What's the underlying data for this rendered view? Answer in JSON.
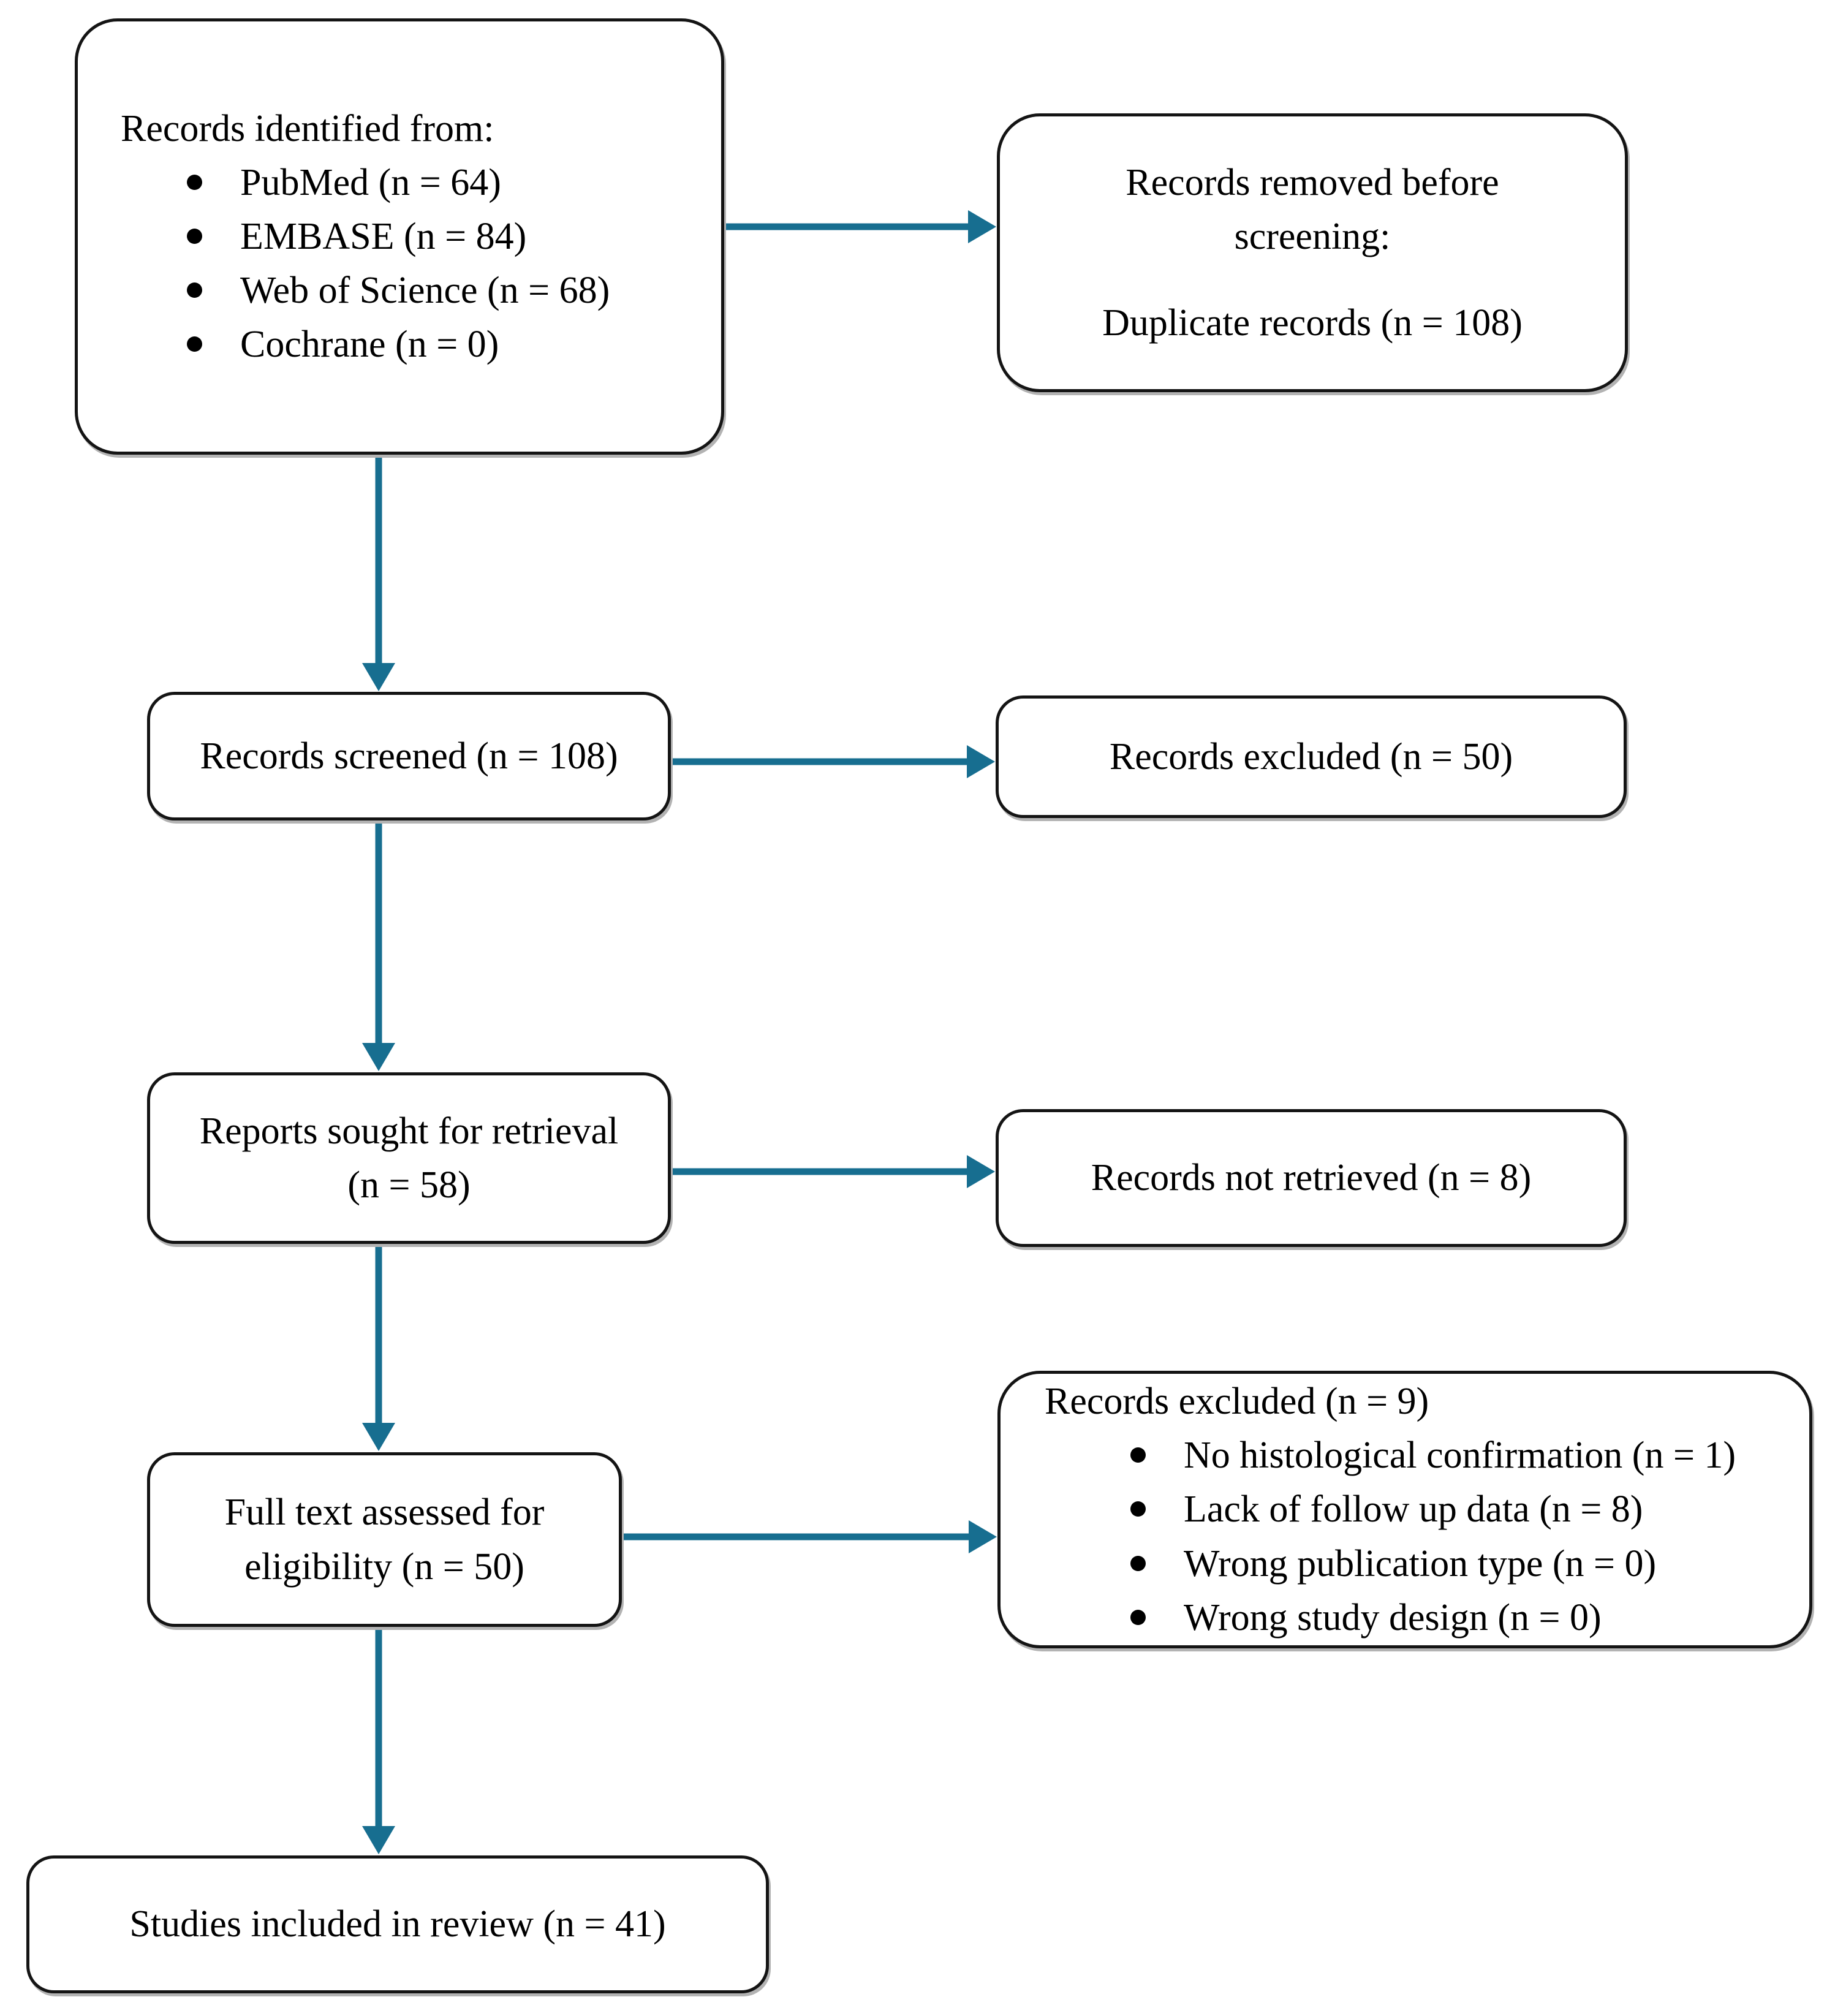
{
  "colors": {
    "arrow": "#176E90",
    "box_border": "#141414",
    "box_shadow": "#b3b3b3",
    "text": "#000000",
    "background": "#ffffff"
  },
  "flowchart": {
    "identification": {
      "title": "Records identified from:",
      "items": [
        "PubMed (n = 64)",
        "EMBASE (n = 84)",
        "Web of Science (n = 68)",
        "Cochrane (n = 0)"
      ]
    },
    "removed_before_screening": {
      "line1": "Records removed before",
      "line2": "screening:",
      "line3": "Duplicate records (n = 108)"
    },
    "records_screened": {
      "label": "Records screened (n = 108)"
    },
    "records_excluded_screening": {
      "label": "Records excluded (n = 50)"
    },
    "reports_sought": {
      "line1": "Reports sought for retrieval",
      "line2": "(n = 58)"
    },
    "records_not_retrieved": {
      "label": "Records not retrieved (n = 8)"
    },
    "fulltext_assessed": {
      "line1": "Full text assessed for",
      "line2": "eligibility (n = 50)"
    },
    "records_excluded_eligibility": {
      "title": "Records excluded (n = 9)",
      "items": [
        "No histological confirmation (n = 1)",
        "Lack of follow up data (n = 8)",
        "Wrong publication type (n = 0)",
        "Wrong study design (n = 0)"
      ]
    },
    "studies_included": {
      "label": "Studies included in review (n = 41)"
    }
  }
}
